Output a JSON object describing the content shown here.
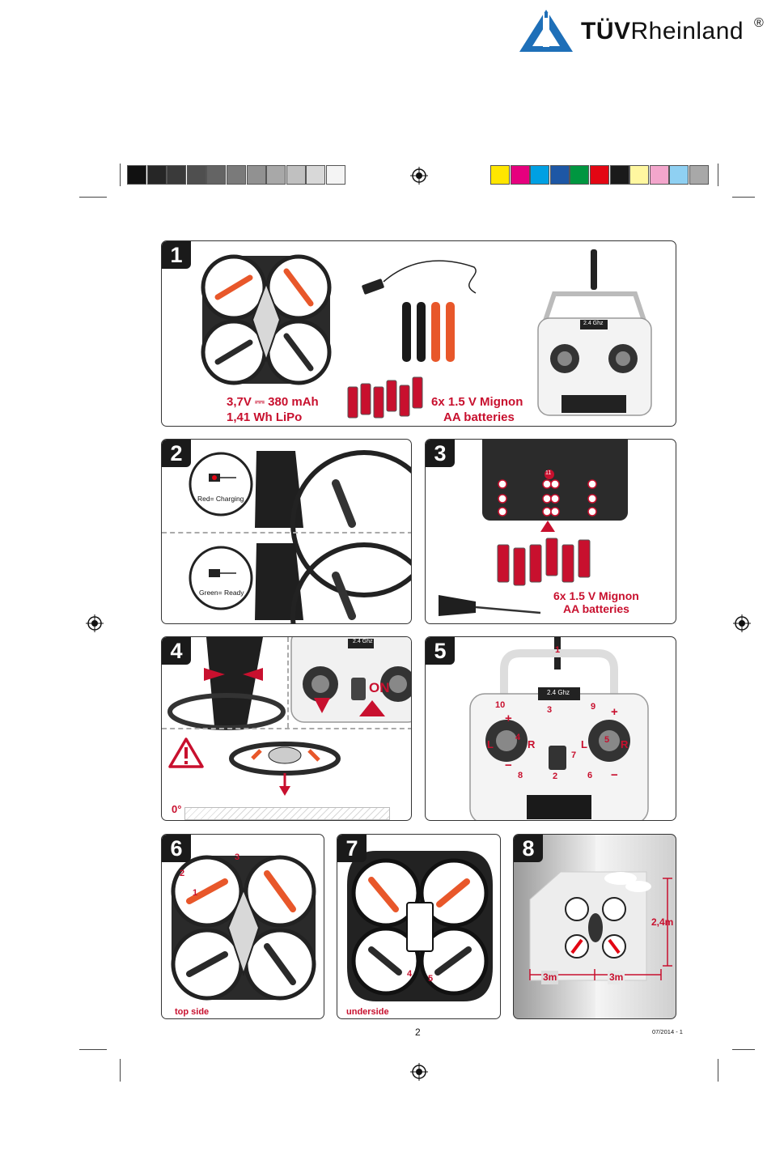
{
  "header": {
    "brand_bold": "TÜV",
    "brand_rest": "Rheinland",
    "registered": "®"
  },
  "colors": {
    "accent_red": "#c8102e",
    "tuv_blue": "#1e6fb8",
    "gray_bar": [
      "#111111",
      "#262626",
      "#3a3a3a",
      "#4f4f4f",
      "#646464",
      "#7a7a7a",
      "#919191",
      "#a8a8a8",
      "#c0c0c0",
      "#d8d8d8",
      "#f4f4f4"
    ],
    "color_bar": [
      "#ffe600",
      "#e6007e",
      "#00a0e3",
      "#1d57a5",
      "#009640",
      "#e30613",
      "#1a1a1a",
      "#fff7a0",
      "#f3a6cc",
      "#8fd0f2",
      "#a8a8a8"
    ]
  },
  "panels": {
    "p1": {
      "number": "1",
      "battery_line1": "3,7V ⎓ 380 mAh",
      "battery_line2": "1,41 Wh LiPo",
      "aa_line1": "6x 1.5 V Mignon",
      "aa_line2": "AA batteries",
      "freq": "2.4 Ghz"
    },
    "p2": {
      "number": "2",
      "charging": "Red= Charging",
      "ready": "Green= Ready"
    },
    "p3": {
      "number": "3",
      "callout": "11",
      "aa_line1": "6x 1.5 V Mignon",
      "aa_line2": "AA batteries"
    },
    "p4": {
      "number": "4",
      "on_label": "ON",
      "freq": "2.4 Ghz",
      "angle": "0°"
    },
    "p5": {
      "number": "5",
      "freq": "2.4 Ghz",
      "callouts": [
        "1",
        "2",
        "3",
        "4",
        "5",
        "6",
        "7",
        "8",
        "9",
        "10"
      ],
      "left": "L",
      "right": "R",
      "plus": "+",
      "minus": "−"
    },
    "p6": {
      "number": "6",
      "caption": "top side",
      "callouts": [
        "1",
        "2",
        "3"
      ]
    },
    "p7": {
      "number": "7",
      "caption": "underside",
      "callouts": [
        "4",
        "5"
      ]
    },
    "p8": {
      "number": "8",
      "height": "2,4m",
      "dist_left": "3m",
      "dist_right": "3m"
    }
  },
  "footer": {
    "page_number": "2",
    "date_code": "07/2014 - 1"
  }
}
